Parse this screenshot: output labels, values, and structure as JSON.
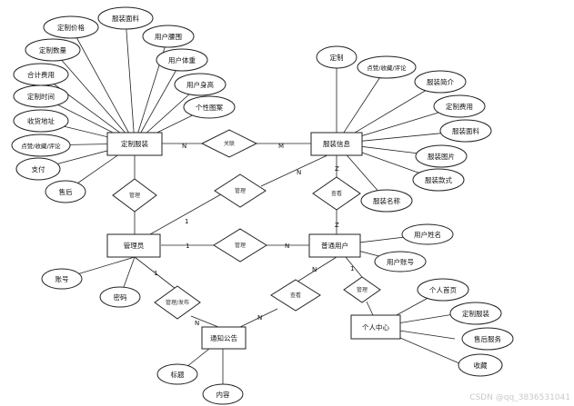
{
  "entities": {
    "custom_clothing": "定制服装",
    "clothing_info": "服装信息",
    "admin": "管理员",
    "user": "普通用户",
    "notice": "通知公告",
    "personal_center": "个人中心"
  },
  "relations": {
    "related": "关联",
    "manage_custom": "管理",
    "manage_info": "管理",
    "manage_user": "管理",
    "view_info": "查看",
    "manage_publish": "管理/发布",
    "view_notice": "查看",
    "manage_center": "管理"
  },
  "attributes": {
    "custom_price": "定制价格",
    "clothing_fabric_1": "服装面料",
    "custom_quantity": "定制数量",
    "user_waist": "用户腰围",
    "total_cost": "合计费用",
    "user_weight": "用户体重",
    "custom_time": "定制时间",
    "user_height": "用户身高",
    "personal_pattern": "个性图案",
    "delivery_address": "收货地址",
    "likes_1": "点赞/收藏/评论",
    "payment": "支付",
    "after_sales": "售后",
    "custom": "定制",
    "likes_2": "点赞/收藏/评论",
    "clothing_intro": "服装简介",
    "custom_cost": "定制费用",
    "clothing_fabric_2": "服装面料",
    "clothing_image": "服装图片",
    "clothing_style": "服装款式",
    "clothing_name": "服装名称",
    "user_name": "用户姓名",
    "user_account": "用户账号",
    "account": "账号",
    "password": "密码",
    "title": "标题",
    "content": "内容",
    "personal_home": "个人首页",
    "custom_clothing_item": "定制服装",
    "after_sales_service": "售后服务",
    "favorites": "收藏"
  },
  "cardinality": {
    "n1": "N",
    "m1": "M",
    "n2": "N",
    "z1": "Z",
    "z2": "Z",
    "one1": "1",
    "one2": "1",
    "n3": "N",
    "one3": "1",
    "n4": "N",
    "n5": "N",
    "one4": "1",
    "n6": "N"
  },
  "watermark": "CSDN @qq_3836531041"
}
